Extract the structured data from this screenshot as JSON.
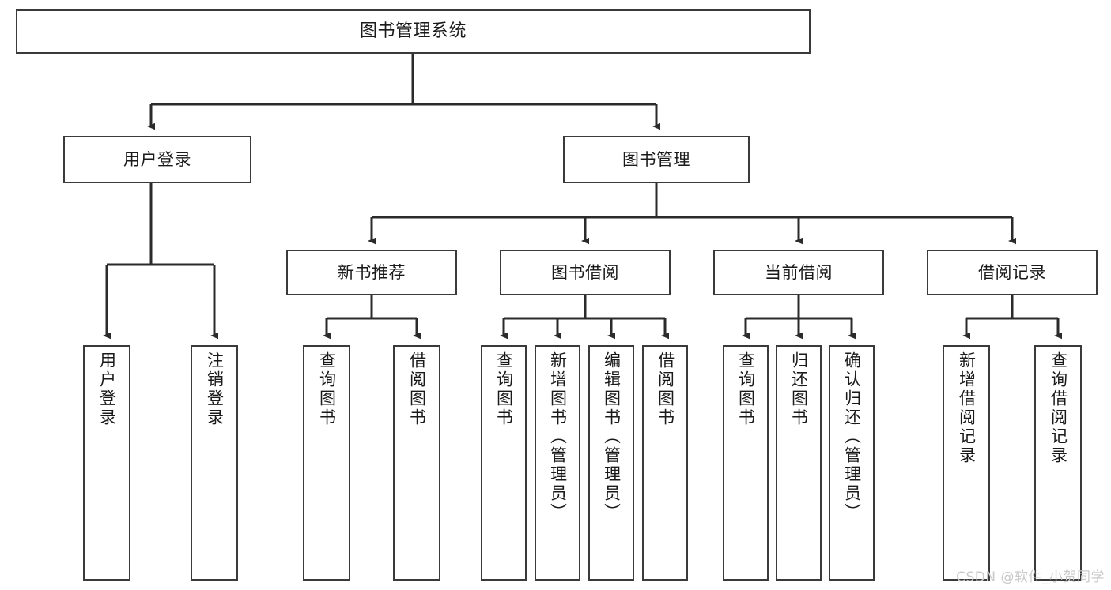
{
  "diagram": {
    "type": "tree-flowchart",
    "title": "图书管理系统",
    "root": {
      "id": "root",
      "label": "图书管理系统",
      "orientation": "horizontal"
    },
    "level2": [
      {
        "id": "user-login",
        "label": "用户登录",
        "orientation": "horizontal"
      },
      {
        "id": "book-management",
        "label": "图书管理",
        "orientation": "horizontal"
      }
    ],
    "level3": [
      {
        "id": "new-book-recommend",
        "label": "新书推荐",
        "orientation": "horizontal",
        "parent": "book-management"
      },
      {
        "id": "book-borrow",
        "label": "图书借阅",
        "orientation": "horizontal",
        "parent": "book-management"
      },
      {
        "id": "current-borrow",
        "label": "当前借阅",
        "orientation": "horizontal",
        "parent": "book-management"
      },
      {
        "id": "borrow-record",
        "label": "借阅记录",
        "orientation": "horizontal",
        "parent": "book-management"
      }
    ],
    "leaves": [
      {
        "id": "leaf-user-login",
        "label": "用户登录",
        "orientation": "vertical",
        "parent": "user-login"
      },
      {
        "id": "leaf-user-logout",
        "label": "注销登录",
        "orientation": "vertical",
        "parent": "user-login"
      },
      {
        "id": "leaf-query-book-1",
        "label": "查询图书",
        "orientation": "vertical",
        "parent": "new-book-recommend"
      },
      {
        "id": "leaf-borrow-book-1",
        "label": "借阅图书",
        "orientation": "vertical",
        "parent": "new-book-recommend"
      },
      {
        "id": "leaf-query-book-2",
        "label": "查询图书",
        "orientation": "vertical",
        "parent": "book-borrow"
      },
      {
        "id": "leaf-add-book",
        "label": "新增图书（管理员）",
        "orientation": "vertical",
        "parent": "book-borrow"
      },
      {
        "id": "leaf-edit-book",
        "label": "编辑图书（管理员）",
        "orientation": "vertical",
        "parent": "book-borrow"
      },
      {
        "id": "leaf-borrow-book-2",
        "label": "借阅图书",
        "orientation": "vertical",
        "parent": "book-borrow"
      },
      {
        "id": "leaf-query-book-3",
        "label": "查询图书",
        "orientation": "vertical",
        "parent": "current-borrow"
      },
      {
        "id": "leaf-return-book",
        "label": "归还图书",
        "orientation": "vertical",
        "parent": "current-borrow"
      },
      {
        "id": "leaf-confirm-return",
        "label": "确认归还（管理员）",
        "orientation": "vertical",
        "parent": "current-borrow"
      },
      {
        "id": "leaf-add-record",
        "label": "新增借阅记录",
        "orientation": "vertical",
        "parent": "borrow-record"
      },
      {
        "id": "leaf-query-record",
        "label": "查询借阅记录",
        "orientation": "vertical",
        "parent": "borrow-record"
      }
    ]
  },
  "watermark": {
    "text": "CSDN @软件_小贺同学"
  },
  "colors": {
    "border": "#3a3a3a",
    "background": "#ffffff",
    "text": "#1a1a1a",
    "connector": "#2b2b2b",
    "watermark": "#c9c9c9"
  }
}
